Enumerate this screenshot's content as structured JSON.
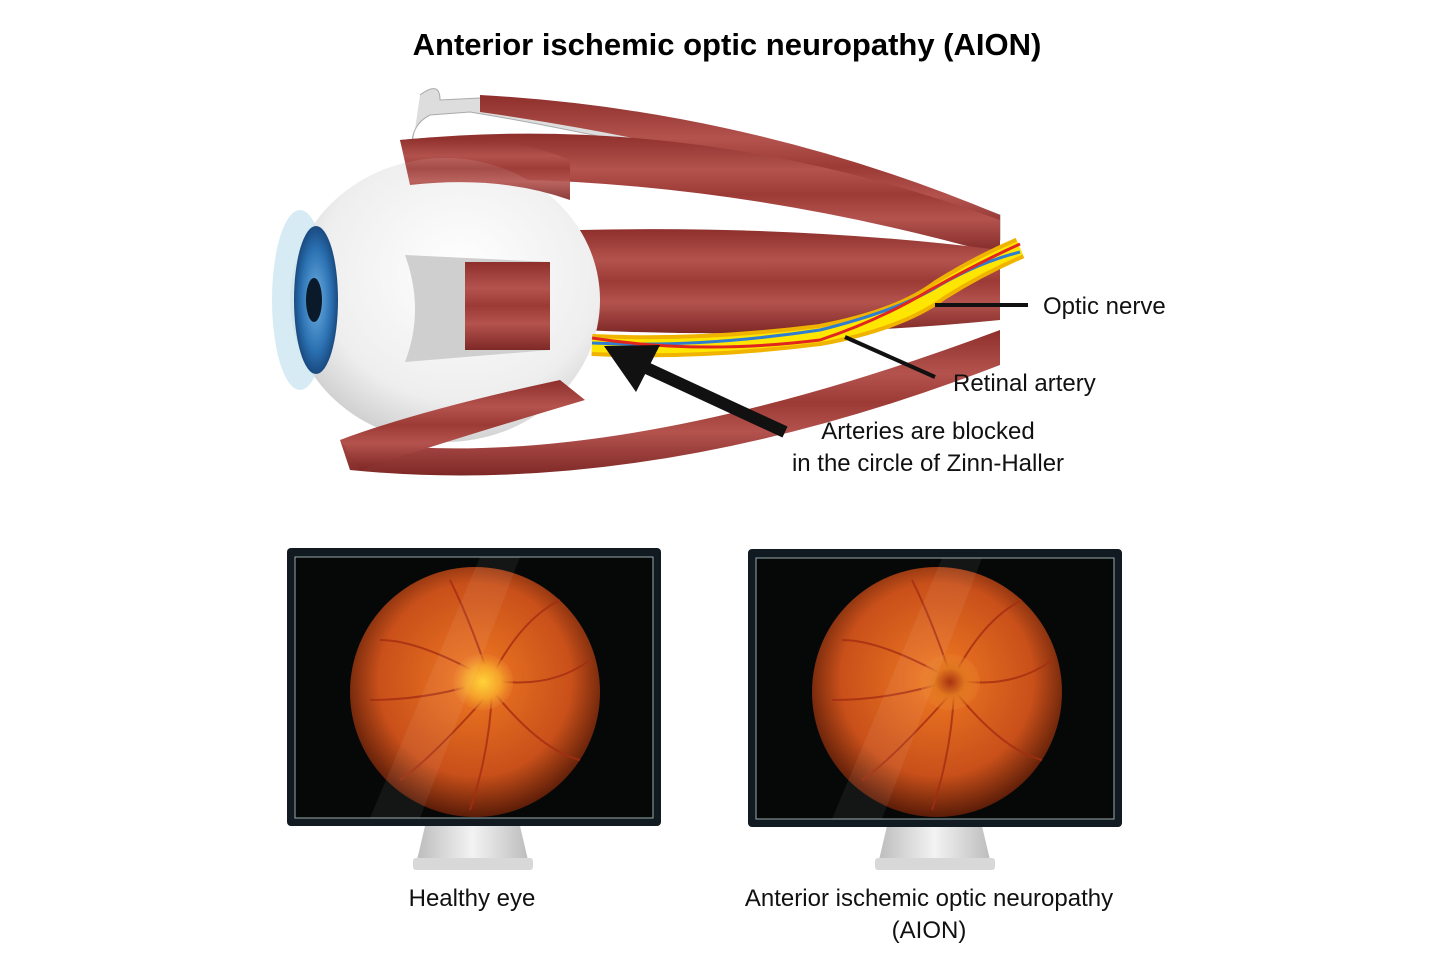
{
  "title": "Anterior ischemic optic neuropathy (AION)",
  "labels": {
    "optic_nerve": "Optic nerve",
    "retinal_artery": "Retinal artery",
    "blocked_line1": "Arteries are blocked",
    "blocked_line2": "in the circle of Zinn-Haller"
  },
  "monitors": [
    {
      "caption": "Healthy eye"
    },
    {
      "caption_line1": "Anterior ischemic optic neuropathy",
      "caption_line2": "(AION)"
    }
  ],
  "colors": {
    "muscle": "#a8433f",
    "iris": "#2a6fb0",
    "nerve": "#f5c400",
    "fundus": "#e0651c"
  }
}
